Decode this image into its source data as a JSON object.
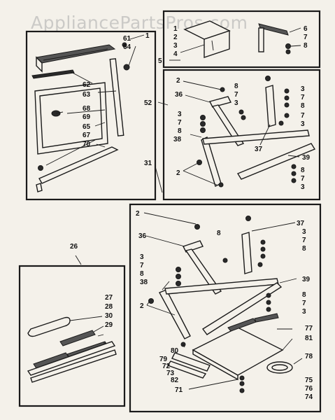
{
  "watermark": "AppliancePartsPros.com",
  "callouts": {
    "top_left": [
      "1",
      "61",
      "64",
      "62",
      "63",
      "68",
      "69",
      "65",
      "67",
      "70"
    ],
    "top_right": [
      "1",
      "2",
      "3",
      "4",
      "5",
      "6",
      "7",
      "8"
    ],
    "middle_right": [
      "52",
      "2",
      "36",
      "8",
      "7",
      "3",
      "31",
      "3",
      "7",
      "8",
      "38",
      "2",
      "37",
      "39",
      "3",
      "7",
      "8",
      "7",
      "3",
      "8",
      "7",
      "3"
    ],
    "bottom_left": [
      "26",
      "27",
      "28",
      "30",
      "29"
    ],
    "bottom_right": [
      "2",
      "8",
      "37",
      "36",
      "3",
      "7",
      "8",
      "3",
      "7",
      "8",
      "38",
      "39",
      "2",
      "8",
      "7",
      "3",
      "77",
      "81",
      "80",
      "79",
      "72",
      "73",
      "82",
      "71",
      "78",
      "75",
      "76",
      "74"
    ]
  }
}
